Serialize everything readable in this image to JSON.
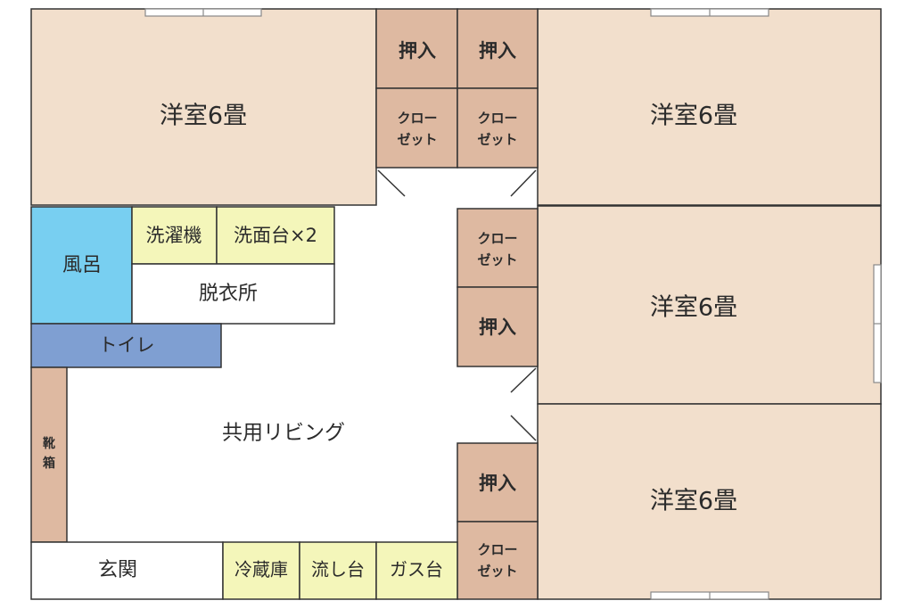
{
  "colors": {
    "room": "#f2dfcc",
    "storage": "#deb9a1",
    "bath": "#78cff1",
    "toilet": "#7f9fd2",
    "fixture": "#f4f6ba",
    "wall": "#333333",
    "text": "#2b2b2b"
  },
  "rooms": {
    "western_nw": "洋室6畳",
    "western_ne": "洋室6畳",
    "western_e": "洋室6畳",
    "western_se": "洋室6畳",
    "bath": "風呂",
    "washer": "洗濯機",
    "washbasin": "洗面台×2",
    "dressing": "脱衣所",
    "toilet": "トイレ",
    "shoe_box": [
      "靴",
      "箱"
    ],
    "living": "共用リビング",
    "entrance": "玄関",
    "fridge": "冷蔵庫",
    "sink": "流し台",
    "stove": "ガス台"
  },
  "storage": {
    "oshiire": "押入",
    "closet_line1": "クロー",
    "closet_line2": "ゼット"
  }
}
